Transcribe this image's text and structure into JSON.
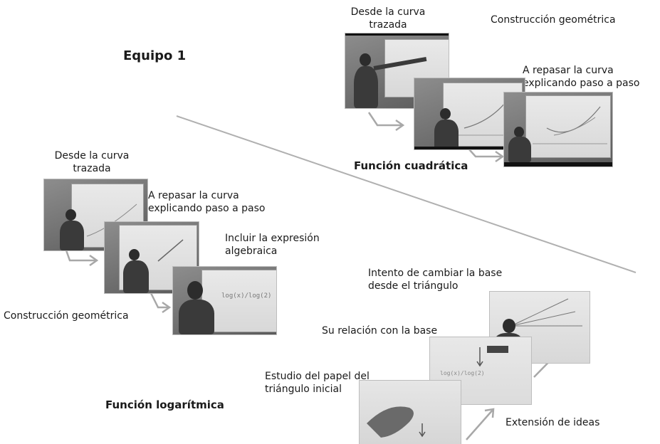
{
  "team_title": "Equipo 1",
  "quadratic": {
    "step1": "Desde la curva\ntrazada",
    "construction": "Construcción geométrica",
    "step2": "A repasar la curva\nexplicando paso a paso",
    "title": "Función cuadrática"
  },
  "logarithmic_left": {
    "step1": "Desde la curva\ntrazada",
    "step2": "A repasar la curva\nexplicando paso a paso",
    "step3": "Incluir la expresión\nalgebraica",
    "construction": "Construcción geométrica"
  },
  "logarithmic_right": {
    "step_base": "Intento de cambiar la base\ndesde el triángulo",
    "relation": "Su relación con la base",
    "study": "Estudio del papel del\ntriángulo inicial",
    "extension": "Extensión de ideas",
    "title": "Función logarítmica"
  },
  "board_text": {
    "formula1": "log(x)/log(2)",
    "formula2": "log(x)/log(2)"
  },
  "colors": {
    "arrow": "#a8a8a8",
    "divider": "#b0b0b0",
    "photo_dark": "#111111"
  }
}
